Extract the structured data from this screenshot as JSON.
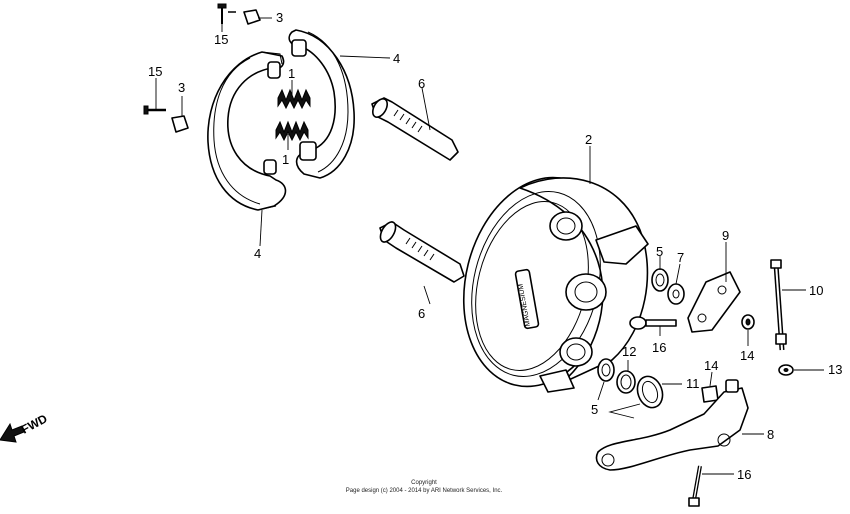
{
  "callouts": [
    {
      "id": "c-15a",
      "label": "15"
    },
    {
      "id": "c-3a",
      "label": "3"
    },
    {
      "id": "c-15b",
      "label": "15"
    },
    {
      "id": "c-3b",
      "label": "3"
    },
    {
      "id": "c-4a",
      "label": "4"
    },
    {
      "id": "c-1a",
      "label": "1"
    },
    {
      "id": "c-1b",
      "label": "1"
    },
    {
      "id": "c-6a",
      "label": "6"
    },
    {
      "id": "c-4b",
      "label": "4"
    },
    {
      "id": "c-6b",
      "label": "6"
    },
    {
      "id": "c-2",
      "label": "2"
    },
    {
      "id": "c-5a",
      "label": "5"
    },
    {
      "id": "c-7",
      "label": "7"
    },
    {
      "id": "c-9",
      "label": "9"
    },
    {
      "id": "c-10",
      "label": "10"
    },
    {
      "id": "c-16a",
      "label": "16"
    },
    {
      "id": "c-14a",
      "label": "14"
    },
    {
      "id": "c-13",
      "label": "13"
    },
    {
      "id": "c-12",
      "label": "12"
    },
    {
      "id": "c-14b",
      "label": "14"
    },
    {
      "id": "c-11",
      "label": "11"
    },
    {
      "id": "c-5b",
      "label": "5"
    },
    {
      "id": "c-8",
      "label": "8"
    },
    {
      "id": "c-16b",
      "label": "16"
    }
  ],
  "direction_label": "FWD",
  "panel_stamp": "MAGNESIUM",
  "copyright": {
    "line1": "Copyright",
    "line2": "Page design (c) 2004 - 2014 by ARI Network Services, Inc."
  }
}
